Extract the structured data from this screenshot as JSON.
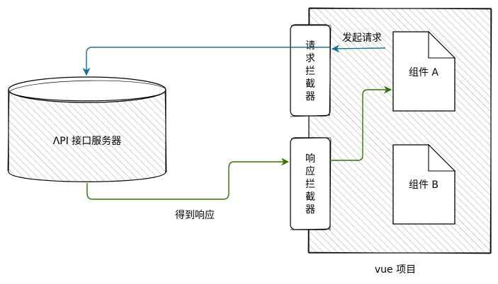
{
  "nodes": {
    "server": {
      "label": "ΛPI 接口服务器"
    },
    "request_interceptor": {
      "label": [
        "请",
        "求",
        "拦",
        "截",
        "器"
      ]
    },
    "response_interceptor": {
      "label": [
        "响",
        "应",
        "拦",
        "截",
        "器"
      ]
    },
    "component_a": {
      "label": "组件 A"
    },
    "component_b": {
      "label": "组件 B"
    },
    "container": {
      "label": "vue 项目"
    }
  },
  "edges": {
    "send_request": {
      "label": "发起请求",
      "color": "#10739e"
    },
    "get_response": {
      "label": "得到响应",
      "color": "#2d7600"
    }
  },
  "colors": {
    "hatch": "#9a9a9a",
    "stroke": "#000000"
  }
}
